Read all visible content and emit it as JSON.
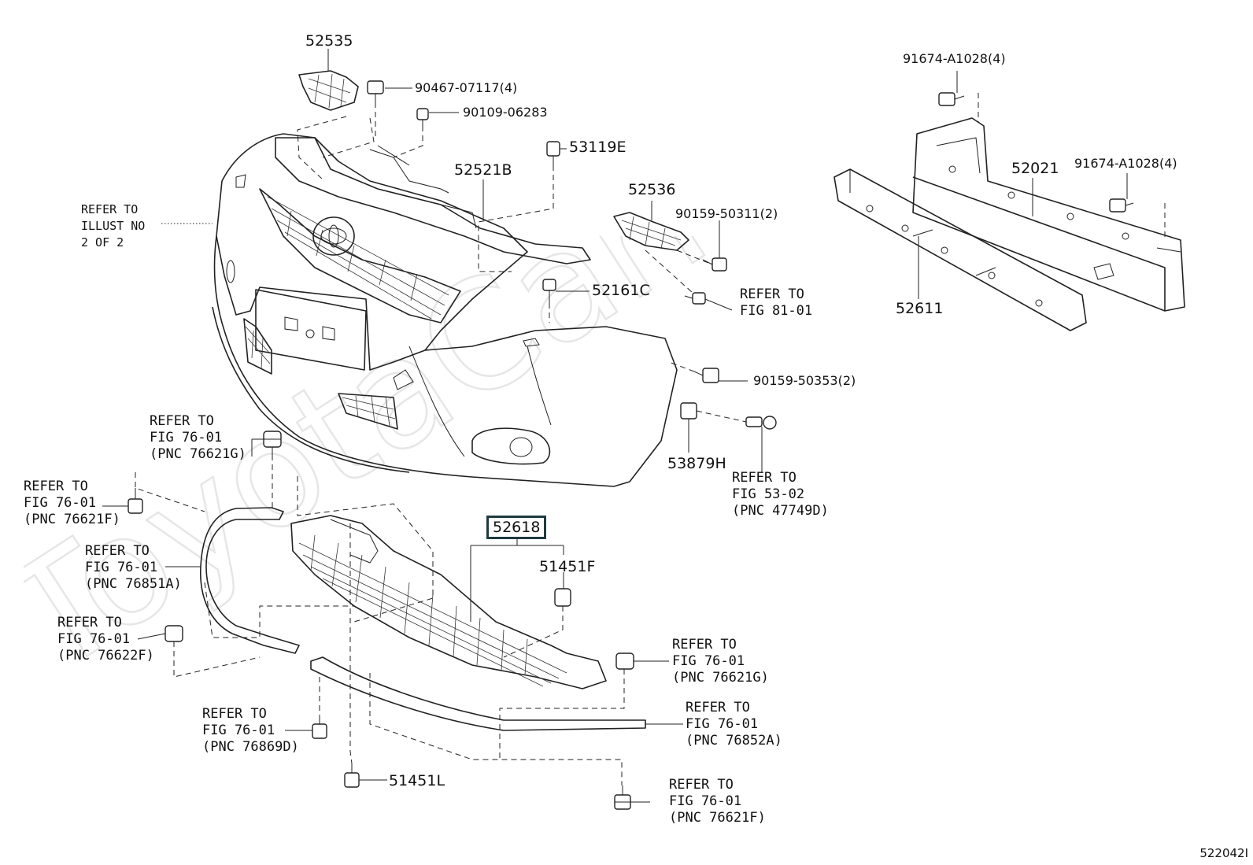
{
  "watermark": "ToyotaCarMiner.ru",
  "illustration_code": "522042I",
  "labels": {
    "p52535": "52535",
    "p90467": "90467-07117(4)",
    "p90109": "90109-06283",
    "p53119e": "53119E",
    "p52521b": "52521B",
    "p52536": "52536",
    "p90159a": "90159-50311(2)",
    "p52161c": "52161C",
    "p52021": "52021",
    "p91674a": "91674-A1028(4)",
    "p91674b": "91674-A1028(4)",
    "p52611": "52611",
    "p90159b": "90159-50353(2)",
    "p53879h": "53879H",
    "p52618": "52618",
    "p51451f": "51451F",
    "p51451l": "51451L",
    "ref_illust": "REFER TO\nILLUST NO\n2 OF 2",
    "ref_fig81": "REFER TO\nFIG 81-01",
    "ref_fig53": "REFER TO\nFIG 53-02\n(PNC 47749D)",
    "ref_76621g_top": "REFER TO\nFIG 76-01\n(PNC 76621G)",
    "ref_76621f_left": "REFER TO\nFIG 76-01\n(PNC 76621F)",
    "ref_76851a": "REFER TO\nFIG 76-01\n(PNC 76851A)",
    "ref_76622f": "REFER TO\nFIG 76-01\n(PNC 76622F)",
    "ref_76869d": "REFER TO\nFIG 76-01\n(PNC 76869D)",
    "ref_76621g_right": "REFER TO\nFIG 76-01\n(PNC 76621G)",
    "ref_76852a": "REFER TO\nFIG 76-01\n(PNC 76852A)",
    "ref_76621f_bottom": "REFER TO\nFIG 76-01\n(PNC 76621F)"
  }
}
